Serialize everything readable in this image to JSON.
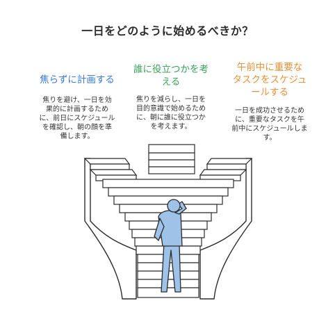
{
  "title": "一日をどのように始めるべきか？",
  "columns": [
    {
      "heading": "焦らずに計画する",
      "lines": [
        "焦りを避け、一日を効",
        "果的に計画するため",
        "に、前日にスケジュール",
        "を確認し、朝の顔を準",
        "備します。"
      ],
      "color": "#3a7bd5"
    },
    {
      "heading_lines": [
        "誰に役立つかを考",
        "える"
      ],
      "lines": [
        "焦りを減らし、一日を",
        "目的意識で始めるため",
        "に、朝に誰に役立つか",
        "を考えます。"
      ],
      "color": "#3aa25a"
    },
    {
      "heading_lines": [
        "午前中に重要な",
        "タスクをスケジュ",
        "ールする"
      ],
      "lines": [
        "一日を成功させるため",
        "に、重要なタスクを午",
        "前中にスケジュールしま",
        "す。"
      ],
      "color": "#e8913a"
    }
  ],
  "illustration": {
    "description_icon": "staircase-with-thinking-person-icon"
  }
}
